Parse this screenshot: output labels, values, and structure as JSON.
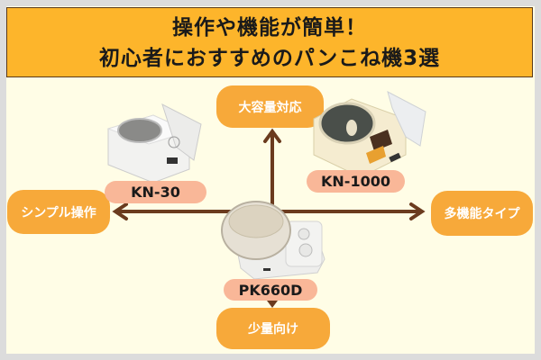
{
  "header": {
    "line1": "操作や機能が簡単！",
    "line2": "初心者におすすめのパンこね機3選"
  },
  "axes": {
    "top": "大容量対応",
    "left": "シンプル操作",
    "right": "多機能タイプ",
    "bottom": "少量向け"
  },
  "products": [
    {
      "model": "KN-30"
    },
    {
      "model": "KN-1000"
    },
    {
      "model": "PK660D"
    }
  ],
  "colors": {
    "header_bg": "#fdb52b",
    "pill_bg": "#f7a93a",
    "label_bg": "#f9b798",
    "arrow": "#6b3b1e",
    "background": "#fffde6"
  }
}
